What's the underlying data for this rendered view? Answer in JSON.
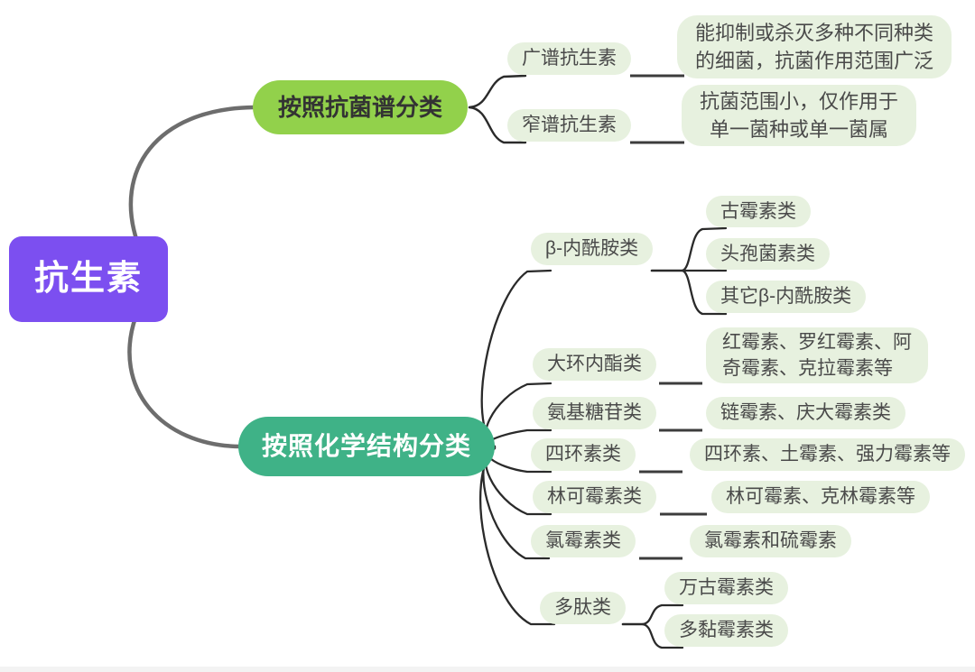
{
  "root": {
    "label": "抗生素"
  },
  "branches": [
    {
      "label": "按照抗菌谱分类",
      "children": [
        {
          "label": "广谱抗生素",
          "desc": "能抑制或杀灭多种不同种类\n的细菌，抗菌作用范围广泛"
        },
        {
          "label": "窄谱抗生素",
          "desc": "抗菌范围小，仅作用于\n单一菌种或单一菌属"
        }
      ]
    },
    {
      "label": "按照化学结构分类",
      "children": [
        {
          "label": "β-内酰胺类",
          "subs": [
            {
              "label": "古霉素类"
            },
            {
              "label": "头孢菌素类"
            },
            {
              "label": "其它β-内酰胺类"
            }
          ]
        },
        {
          "label": "大环内酯类",
          "desc": "红霉素、罗红霉素、阿\n奇霉素、克拉霉素等"
        },
        {
          "label": "氨基糖苷类",
          "desc": "链霉素、庆大霉素类"
        },
        {
          "label": "四环素类",
          "desc": "四环素、土霉素、强力霉素等"
        },
        {
          "label": "林可霉素类",
          "desc": "林可霉素、克林霉素等"
        },
        {
          "label": "氯霉素类",
          "desc": "氯霉素和硫霉素"
        },
        {
          "label": "多肽类",
          "subs": [
            {
              "label": "万古霉素类"
            },
            {
              "label": "多黏霉素类"
            }
          ]
        }
      ]
    }
  ],
  "colors": {
    "root-bg": "#7C4FF0",
    "root-text": "#FFFFFF",
    "branch1-bg": "#92D14B",
    "branch1-text": "#333333",
    "branch2-bg": "#3FB287",
    "branch2-text": "#FFFFFF",
    "leaf-bg": "#E7F1DF",
    "leaf-text": "#4A4A4A",
    "connector": "#6D6D6D",
    "thin-connector": "#2A2A2A",
    "dash": "#3C3C3C"
  }
}
